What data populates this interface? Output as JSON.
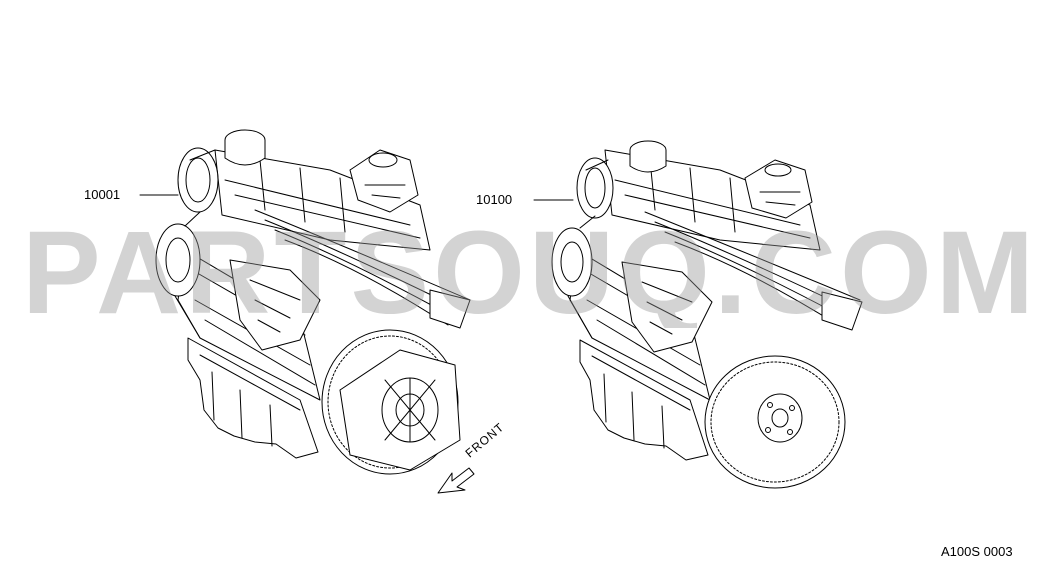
{
  "diagram": {
    "callouts": [
      {
        "label": "10001"
      },
      {
        "label": "10100"
      }
    ],
    "front_label": "FRONT",
    "figure_code": "A100S 0003",
    "watermark": "PARTSOUQ.COM"
  },
  "colors": {
    "line": "#000000",
    "background": "#ffffff",
    "watermark": "#969696"
  }
}
